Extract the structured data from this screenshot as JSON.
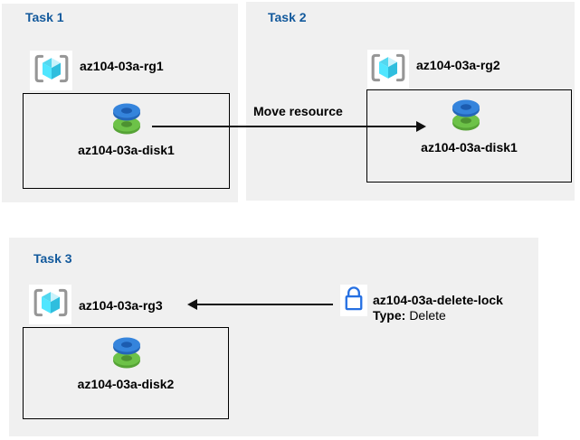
{
  "diagram": {
    "tasks": [
      {
        "title": "Task 1",
        "resource_group": "az104-03a-rg1",
        "resource": "az104-03a-disk1"
      },
      {
        "title": "Task 2",
        "resource_group": "az104-03a-rg2",
        "resource": "az104-03a-disk1"
      },
      {
        "title": "Task 3",
        "resource_group": "az104-03a-rg3",
        "resource": "az104-03a-disk2"
      }
    ],
    "move_arrow_label": "Move resource",
    "lock": {
      "name": "az104-03a-delete-lock",
      "type_label": "Type:",
      "type_value": "Delete"
    }
  },
  "icons": {
    "resource_group": "resource-group-icon",
    "disk": "disk-icon",
    "lock": "lock-icon"
  },
  "colors": {
    "panel_background": "#f0f0f0",
    "task_title_blue": "#12599c",
    "arrow_black": "#111111",
    "lock_blue": "#2670e2",
    "disk_top_blue": "#2e7bd4",
    "disk_bottom_green": "#6dc248",
    "cube_front_cyan": "#50e6ff",
    "cube_side_teal": "#2fbede",
    "bracket_gray": "#969696"
  }
}
